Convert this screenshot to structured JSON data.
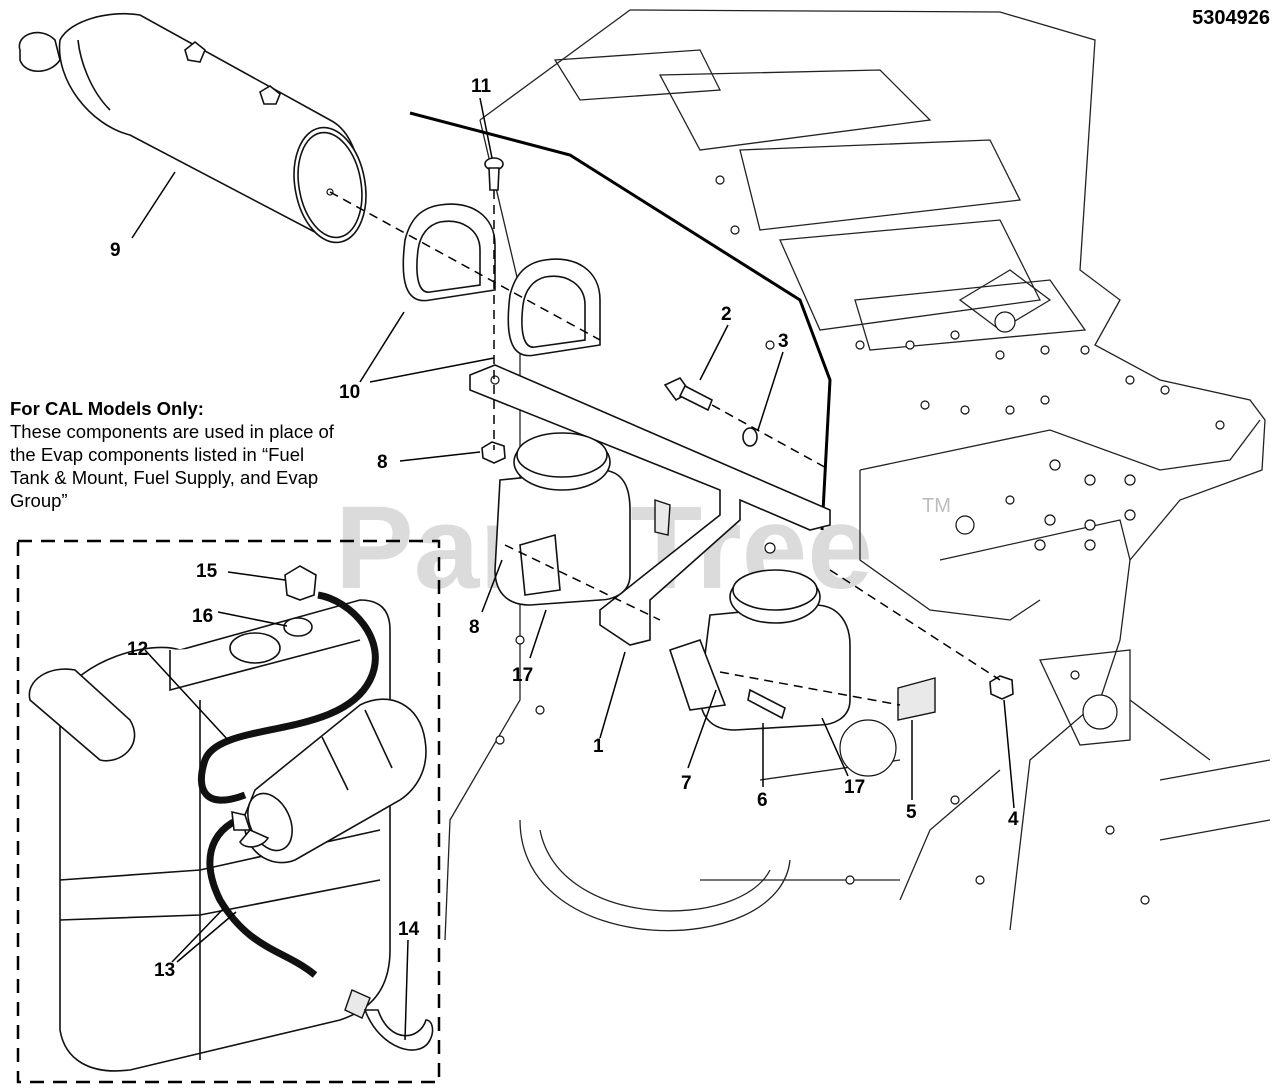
{
  "document_id": "5304926",
  "watermark": {
    "text": "PartsTree",
    "trademark": "TM"
  },
  "note": {
    "title": "For CAL Models Only:",
    "body": "These components are used in place of the Evap components listed in “Fuel Tank & Mount, Fuel Supply, and Evap Group”"
  },
  "callouts": {
    "c1": "1",
    "c2": "2",
    "c3": "3",
    "c4": "4",
    "c5": "5",
    "c6": "6",
    "c7": "7",
    "c8a": "8",
    "c8b": "8",
    "c9": "9",
    "c10": "10",
    "c11": "11",
    "c12": "12",
    "c13": "13",
    "c14": "14",
    "c15": "15",
    "c16": "16",
    "c17a": "17",
    "c17b": "17"
  }
}
